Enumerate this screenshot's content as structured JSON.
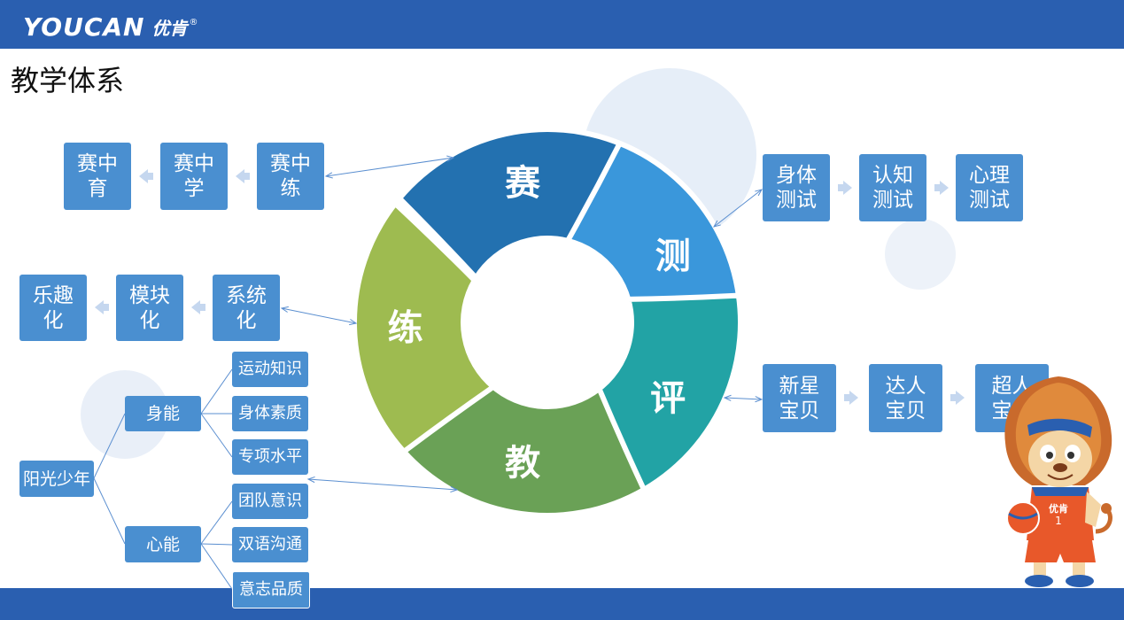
{
  "header": {
    "logo_text": "YOUCAN",
    "logo_cn": "优肯",
    "logo_reg": "®"
  },
  "page_title": "教学体系",
  "cycle": {
    "segments": [
      {
        "label": "赛",
        "color": "#2371b0"
      },
      {
        "label": "测",
        "color": "#3a97db"
      },
      {
        "label": "评",
        "color": "#22a3a5"
      },
      {
        "label": "教",
        "color": "#6aa156"
      },
      {
        "label": "练",
        "color": "#9ebb50"
      }
    ]
  },
  "sai_chain": [
    "赛中\n育",
    "赛中\n学",
    "赛中\n练"
  ],
  "lian_chain": [
    "乐趣\n化",
    "模块\n化",
    "系统\n化"
  ],
  "ce_chain": [
    "身体\n测试",
    "认知\n测试",
    "心理\n测试"
  ],
  "ping_chain": [
    "新星\n宝贝",
    "达人\n宝贝",
    "超人\n宝贝"
  ],
  "jiao_tree": {
    "root": "阳光少年",
    "branches": [
      {
        "label": "身能",
        "children": [
          "运动知识",
          "身体素质",
          "专项水平"
        ]
      },
      {
        "label": "心能",
        "children": [
          "团队意识",
          "双语沟通",
          "意志品质"
        ]
      }
    ]
  }
}
